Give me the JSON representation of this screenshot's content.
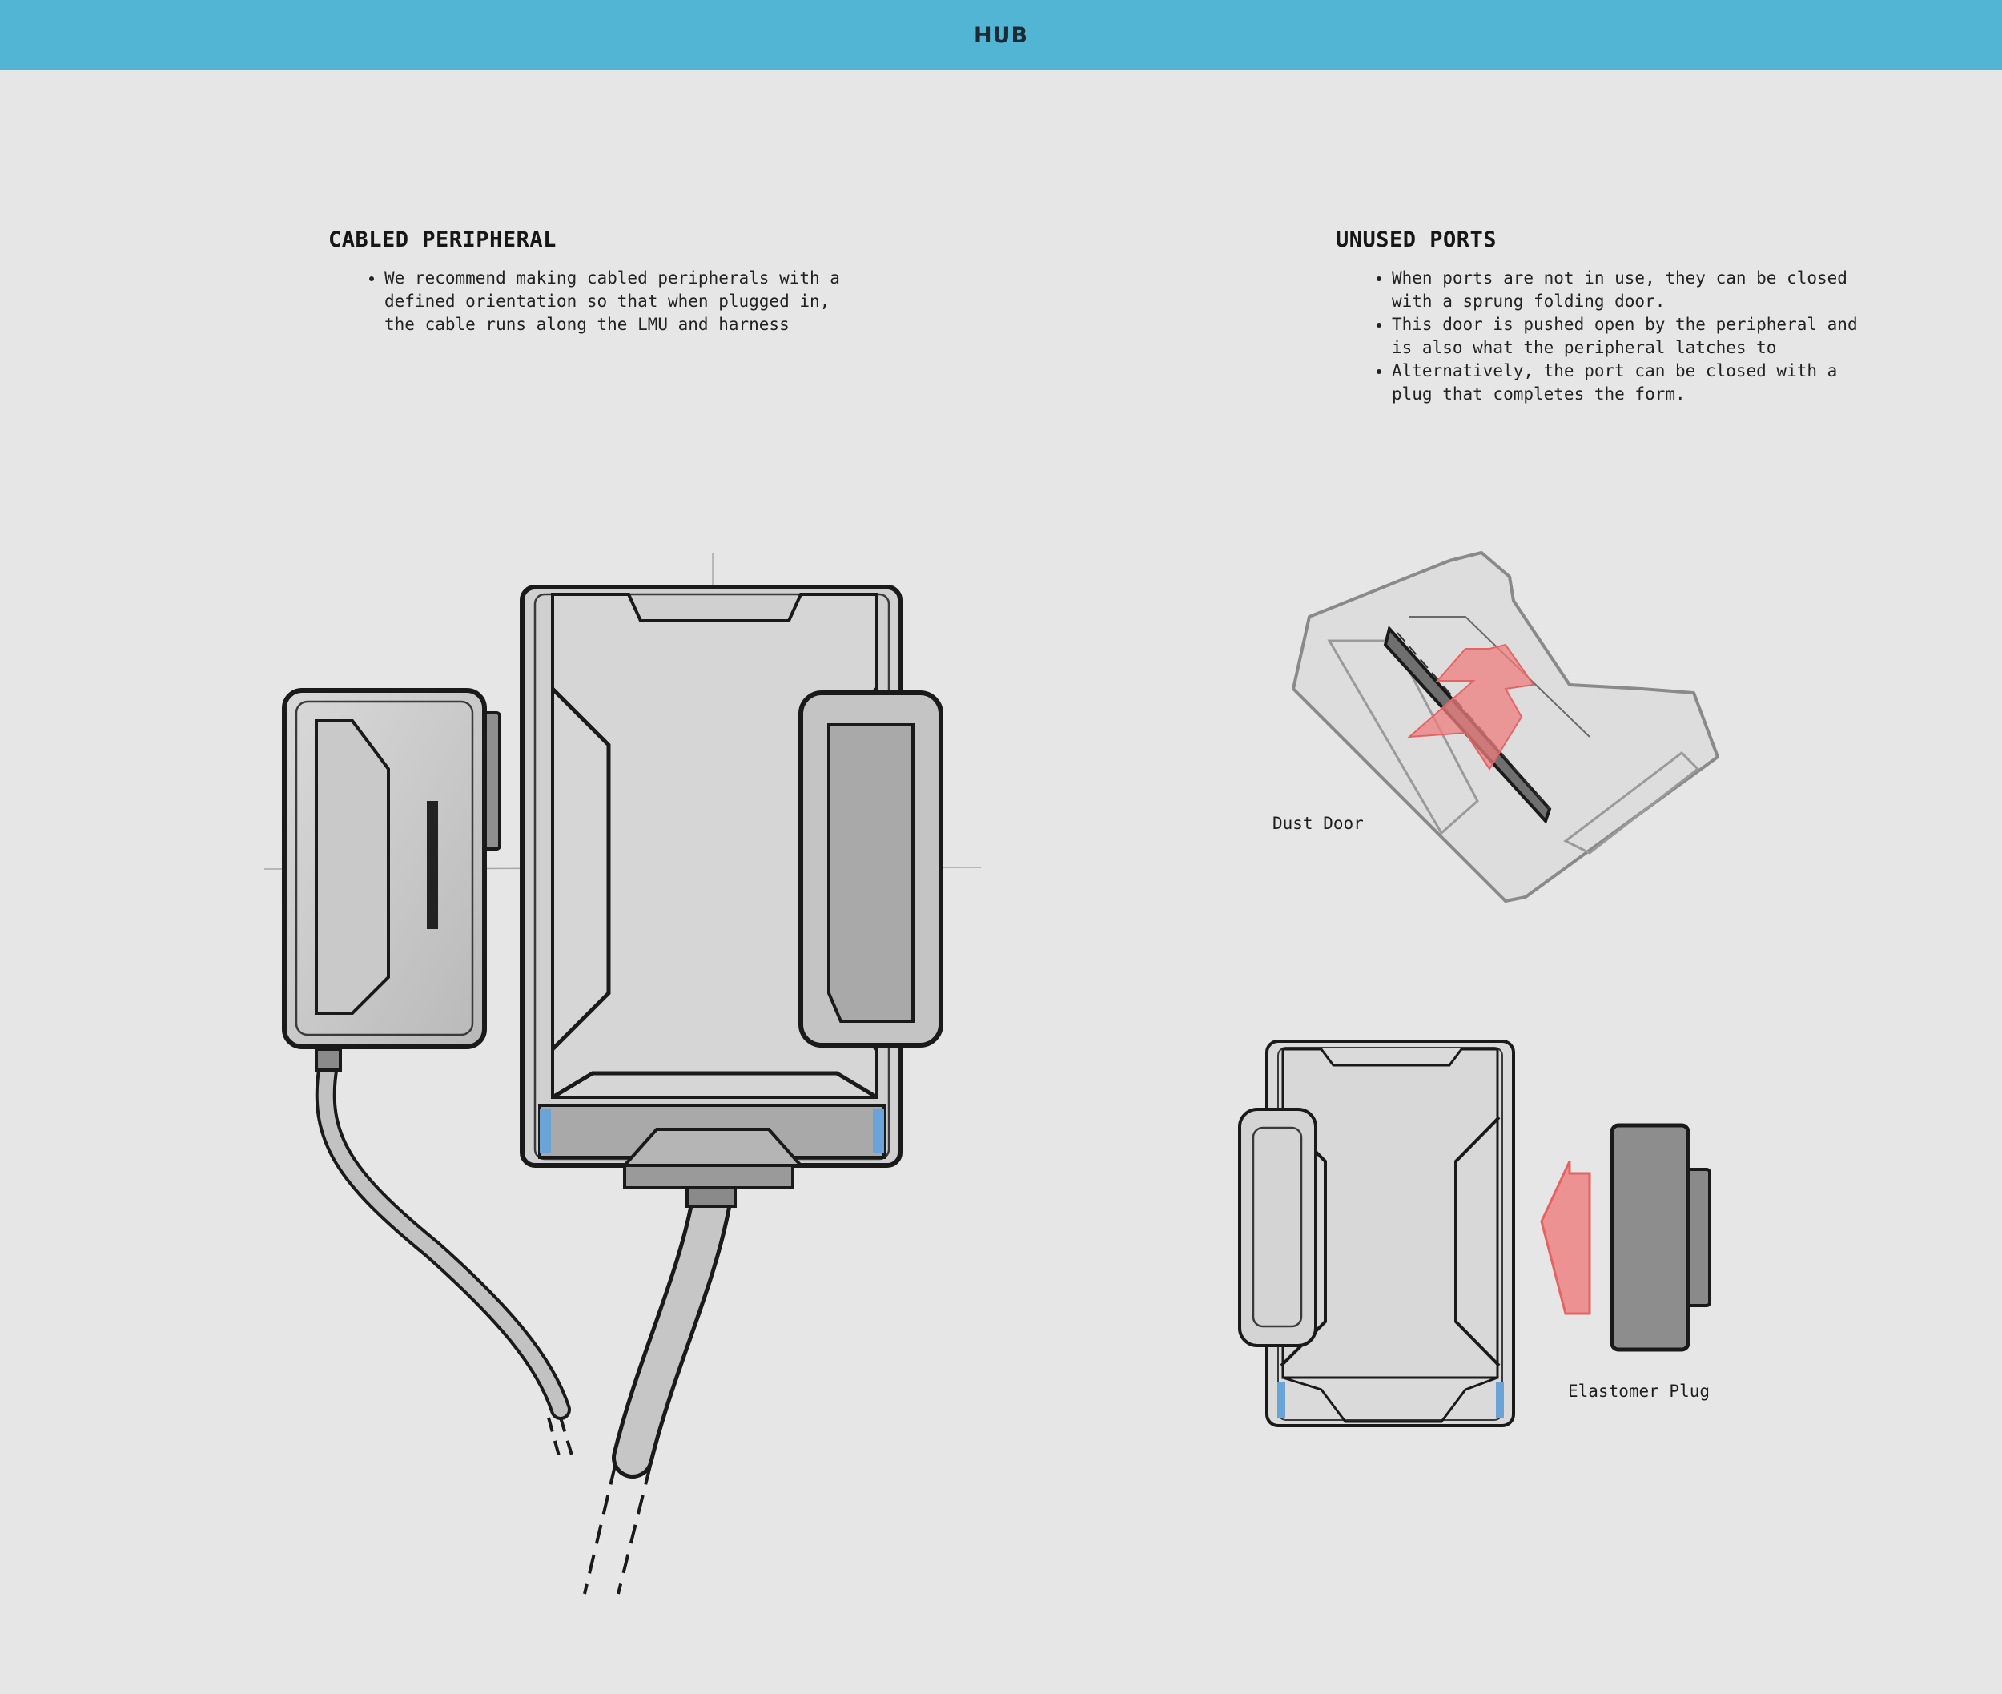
{
  "header": {
    "title": "HUB"
  },
  "sections": {
    "cabled": {
      "title": "CABLED PERIPHERAL",
      "bullets": [
        "We recommend making cabled peripherals with a defined orientation so that when plugged in, the cable runs along the LMU and harness"
      ]
    },
    "unused": {
      "title": "UNUSED PORTS",
      "bullets": [
        "When ports are not in use, they can be closed with a sprung folding door.",
        "This door is pushed open by the peripheral and is also what the peripheral latches to",
        "Alternatively, the port can be closed with a plug that completes the form."
      ]
    }
  },
  "captions": {
    "dust_door": "Dust Door",
    "elastomer_plug": "Elastomer Plug"
  },
  "colors": {
    "header": "#52b5d4",
    "background": "#e6e6e6",
    "accent_arrow": "#ee7d7d",
    "accent_blue": "#6aa3d8"
  }
}
